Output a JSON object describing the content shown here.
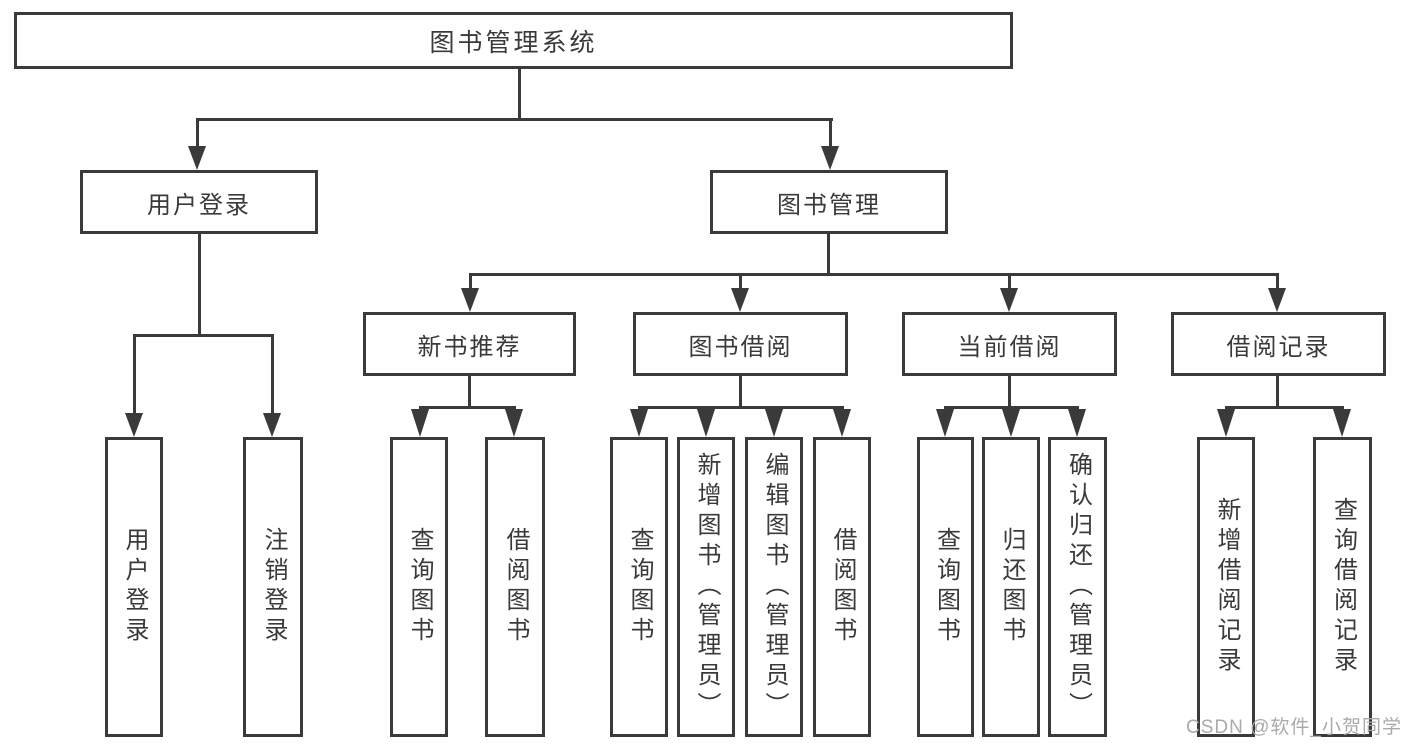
{
  "colors": {
    "line": "#3a3a3a",
    "box_border": "#3a3a3a",
    "text": "#3a3a3a",
    "background": "#ffffff",
    "watermark": "#aaaaaa"
  },
  "tree": {
    "root": {
      "label": "图书管理系统"
    },
    "user_login": {
      "label": "用户登录",
      "children": [
        {
          "label": "用户登录"
        },
        {
          "label": "注销登录"
        }
      ]
    },
    "book_mgmt": {
      "label": "图书管理",
      "children": [
        {
          "label": "新书推荐",
          "children": [
            {
              "label": "查询图书"
            },
            {
              "label": "借阅图书"
            }
          ]
        },
        {
          "label": "图书借阅",
          "children": [
            {
              "label": "查询图书"
            },
            {
              "label": "新增图书（管理员）"
            },
            {
              "label": "编辑图书（管理员）"
            },
            {
              "label": "借阅图书"
            }
          ]
        },
        {
          "label": "当前借阅",
          "children": [
            {
              "label": "查询图书"
            },
            {
              "label": "归还图书"
            },
            {
              "label": "确认归还（管理员）"
            }
          ]
        },
        {
          "label": "借阅记录",
          "children": [
            {
              "label": "新增借阅记录"
            },
            {
              "label": "查询借阅记录"
            }
          ]
        }
      ]
    }
  },
  "watermark": {
    "text": "CSDN @软件_小贺同学"
  }
}
